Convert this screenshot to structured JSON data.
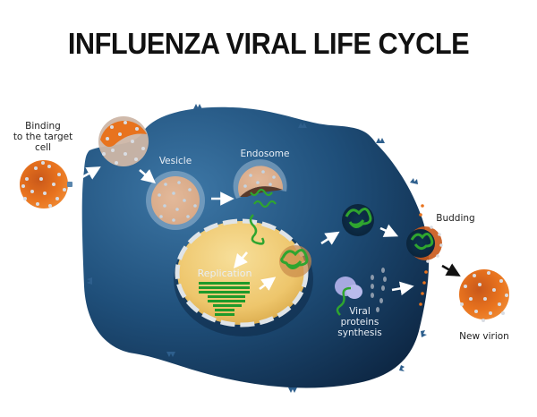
{
  "title": "INFLUENZA VIRAL LIFE CYCLE",
  "labels": {
    "binding": [
      "Binding",
      "to the target",
      "cell"
    ],
    "vesicle": "Vesicle",
    "endosome": "Endosome",
    "replication": "Replication",
    "budding": "Budding",
    "viral_proteins": [
      "Viral",
      "proteins",
      "synthesis"
    ],
    "new_virion": "New virion"
  },
  "colors": {
    "cell": "#1f4f7a",
    "cell_dark": "#0e2a48",
    "virion": "#e8731e",
    "nucleus": "#f0cf78",
    "rna": "#2fa52f",
    "arrow": "#ffffff",
    "exit_arrow": "#111111"
  }
}
